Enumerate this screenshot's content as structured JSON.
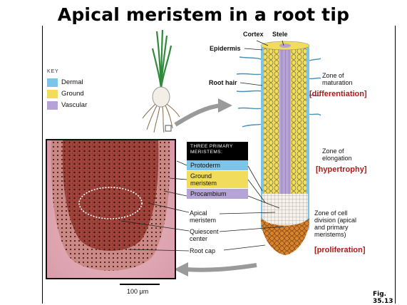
{
  "title": "Apical meristem in a root tip",
  "figure_label": "Fig. 35.13",
  "key": {
    "heading": "KEY",
    "items": [
      {
        "label": "Dermal",
        "color": "#7ec3e8"
      },
      {
        "label": "Ground",
        "color": "#f1dc5c"
      },
      {
        "label": "Vascular",
        "color": "#b4a3d4"
      }
    ]
  },
  "root_labels": {
    "cortex": "Cortex",
    "stele": "Stele",
    "epidermis": "Epidermis",
    "root_hair": "Root hair",
    "apical_meristem": "Apical\nmeristem",
    "quiescent_center": "Quiescent\ncenter",
    "root_cap": "Root cap"
  },
  "zones": [
    {
      "name": "Zone of\nmaturation",
      "note": "[differentiation]"
    },
    {
      "name": "Zone of\nelongation",
      "note": "[hypertrophy]"
    },
    {
      "name": "Zone of cell\ndivision (apical\nand primary\nmeristems)",
      "note": "[proliferation]"
    }
  ],
  "primary_meristems": {
    "heading": "THREE PRIMARY\nMERISTEMS:",
    "items": [
      {
        "label": "Protoderm",
        "color": "#7ec3e8"
      },
      {
        "label": "Ground\nmeristem",
        "color": "#f1dc5c"
      },
      {
        "label": "Procambium",
        "color": "#b4a3d4"
      }
    ]
  },
  "scale_bar": "100 μm"
}
